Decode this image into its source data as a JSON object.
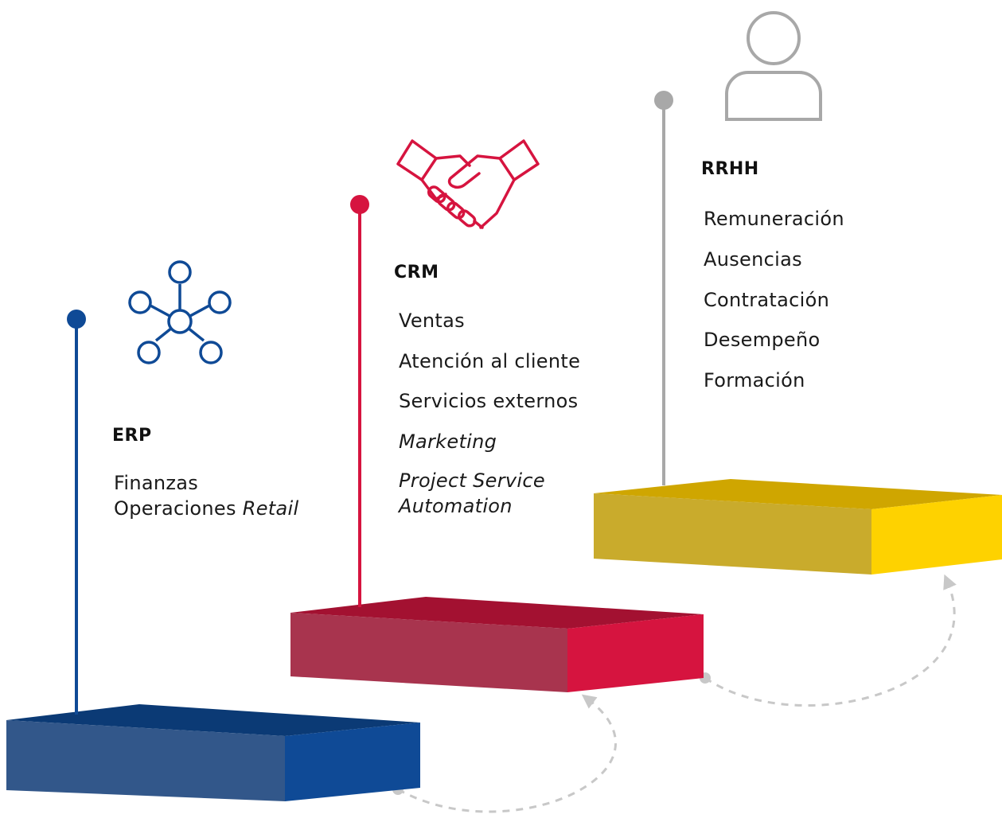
{
  "stages": [
    {
      "id": "erp",
      "title": "ERP",
      "color": "#0f4a96",
      "color_dark": "#0b3a75",
      "color_light": "#32578a",
      "icon": "network-hub-icon",
      "items": [
        "Finanzas",
        "Operaciones Retail"
      ]
    },
    {
      "id": "crm",
      "title": "CRM",
      "color": "#d6143f",
      "color_dark": "#a31131",
      "color_light": "#a8344e",
      "icon": "handshake-icon",
      "items": [
        "Ventas",
        "Atención al cliente",
        "Servicios externos",
        "Marketing",
        "Project Service Automation"
      ]
    },
    {
      "id": "rrhh",
      "title": "RRHH",
      "color": "#fed200",
      "color_dark": "#cfa600",
      "color_light": "#c9ab2c",
      "icon": "user-icon",
      "items": [
        "Remuneración",
        "Ausencias",
        "Contratación",
        "Desempeño",
        "Formación"
      ]
    }
  ],
  "connector_color": "#c8c8c8",
  "rrhh_pole_color": "#a8a8a8"
}
